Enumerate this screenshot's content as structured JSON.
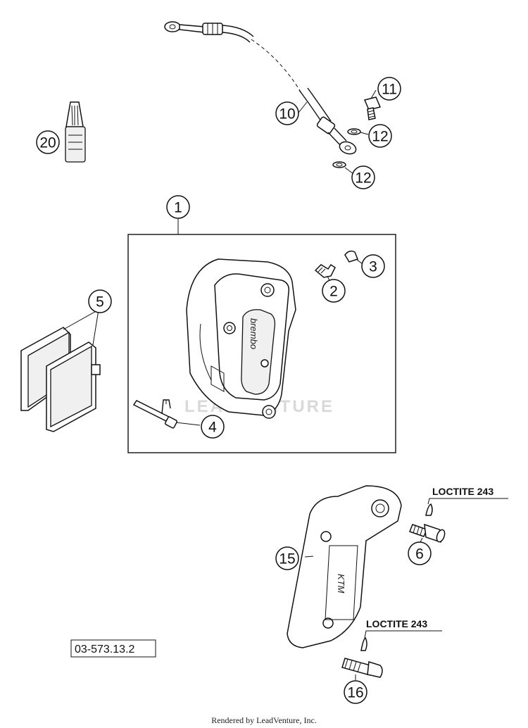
{
  "callouts": {
    "c1": "1",
    "c2": "2",
    "c3": "3",
    "c4": "4",
    "c5": "5",
    "c6": "6",
    "c10": "10",
    "c11": "11",
    "c12a": "12",
    "c12b": "12",
    "c15": "15",
    "c16": "16",
    "c20": "20"
  },
  "labels": {
    "loctite_top": "LOCTITE 243",
    "loctite_bottom": "LOCTITE 243",
    "part_number": "03-573.13.2",
    "footer": "Rendered by LeadVenture, Inc.",
    "watermark": "LEADVENTURE",
    "caliper_brand": "brembo",
    "bracket_brand": "KTM"
  }
}
